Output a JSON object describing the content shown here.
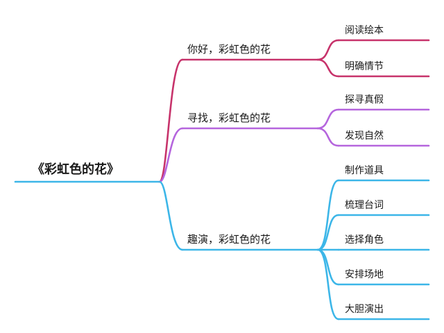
{
  "root": {
    "label": "《彩虹色的花》",
    "color": "#3cb6e8"
  },
  "branches": [
    {
      "label": "你好，彩虹色的花",
      "color": "#c7336b",
      "children": [
        "阅读绘本",
        "明确情节"
      ]
    },
    {
      "label": "寻找，彩虹色的花",
      "color": "#b565dd",
      "children": [
        "探寻真假",
        "发现自然"
      ]
    },
    {
      "label": "趣演，彩虹色的花",
      "color": "#3cb6e8",
      "children": [
        "制作道具",
        "梳理台词",
        "选择角色",
        "安排场地",
        "大胆演出"
      ]
    }
  ]
}
